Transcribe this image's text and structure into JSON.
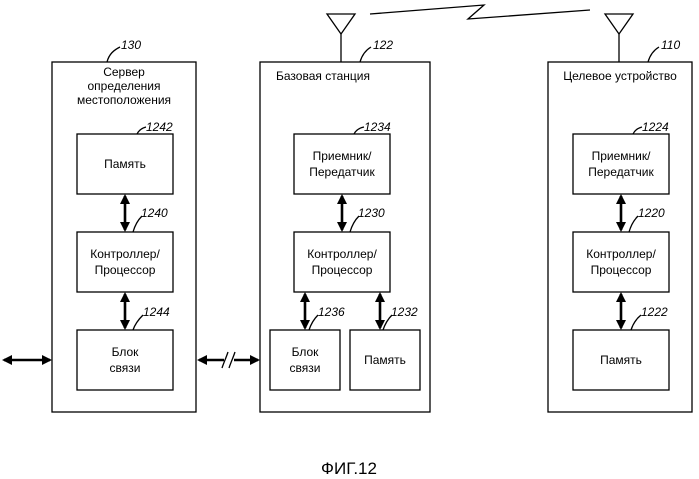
{
  "server": {
    "ref": "130",
    "title_lines": [
      "Сервер",
      "определения",
      "местоположения"
    ],
    "memory": {
      "ref": "1242",
      "label": "Память"
    },
    "controller": {
      "ref": "1240",
      "lines": [
        "Контроллер/",
        "Процессор"
      ]
    },
    "comm": {
      "ref": "1244",
      "lines": [
        "Блок",
        "связи"
      ]
    }
  },
  "base_station": {
    "ref": "122",
    "title": "Базовая станция",
    "transceiver": {
      "ref": "1234",
      "lines": [
        "Приемник/",
        "Передатчик"
      ]
    },
    "controller": {
      "ref": "1230",
      "lines": [
        "Контроллер/",
        "Процессор"
      ]
    },
    "comm": {
      "ref": "1236",
      "lines": [
        "Блок",
        "связи"
      ]
    },
    "memory": {
      "ref": "1232",
      "label": "Память"
    }
  },
  "target": {
    "ref": "110",
    "title": "Целевое устройство",
    "transceiver": {
      "ref": "1224",
      "lines": [
        "Приемник/",
        "Передатчик"
      ]
    },
    "controller": {
      "ref": "1220",
      "lines": [
        "Контроллер/",
        "Процессор"
      ]
    },
    "memory": {
      "ref": "1222",
      "label": "Память"
    }
  },
  "figure_label": "ФИГ.12"
}
